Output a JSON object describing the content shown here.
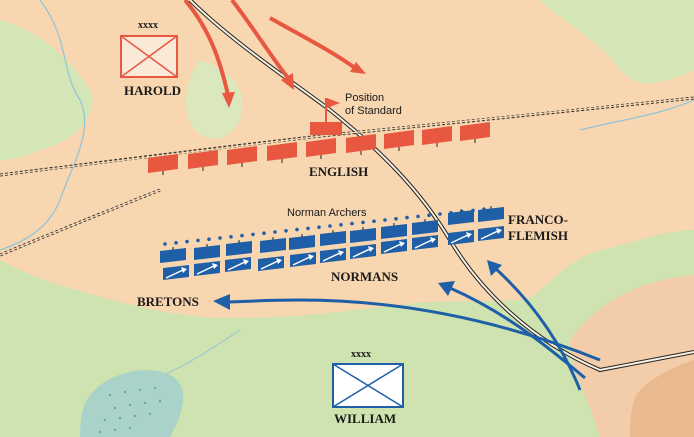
{
  "commanders": {
    "harold": {
      "name": "HAROLD",
      "size": "xxxx",
      "color": "#e8573f"
    },
    "william": {
      "name": "WILLIAM",
      "size": "xxxx",
      "color": "#1f5fa8"
    }
  },
  "labels": {
    "english": "ENGLISH",
    "normans": "NORMANS",
    "bretons": "BRETONS",
    "franco_line1": "FRANCO-",
    "franco_line2": "FLEMISH",
    "archers": "Norman Archers",
    "standard_line1": "Position",
    "standard_line2": "of Standard"
  },
  "colors": {
    "english": "#e8573f",
    "norman": "#1f5fa8",
    "hill": "#f8d6b0",
    "lowland": "#cfe3b0",
    "road": "#222222"
  }
}
